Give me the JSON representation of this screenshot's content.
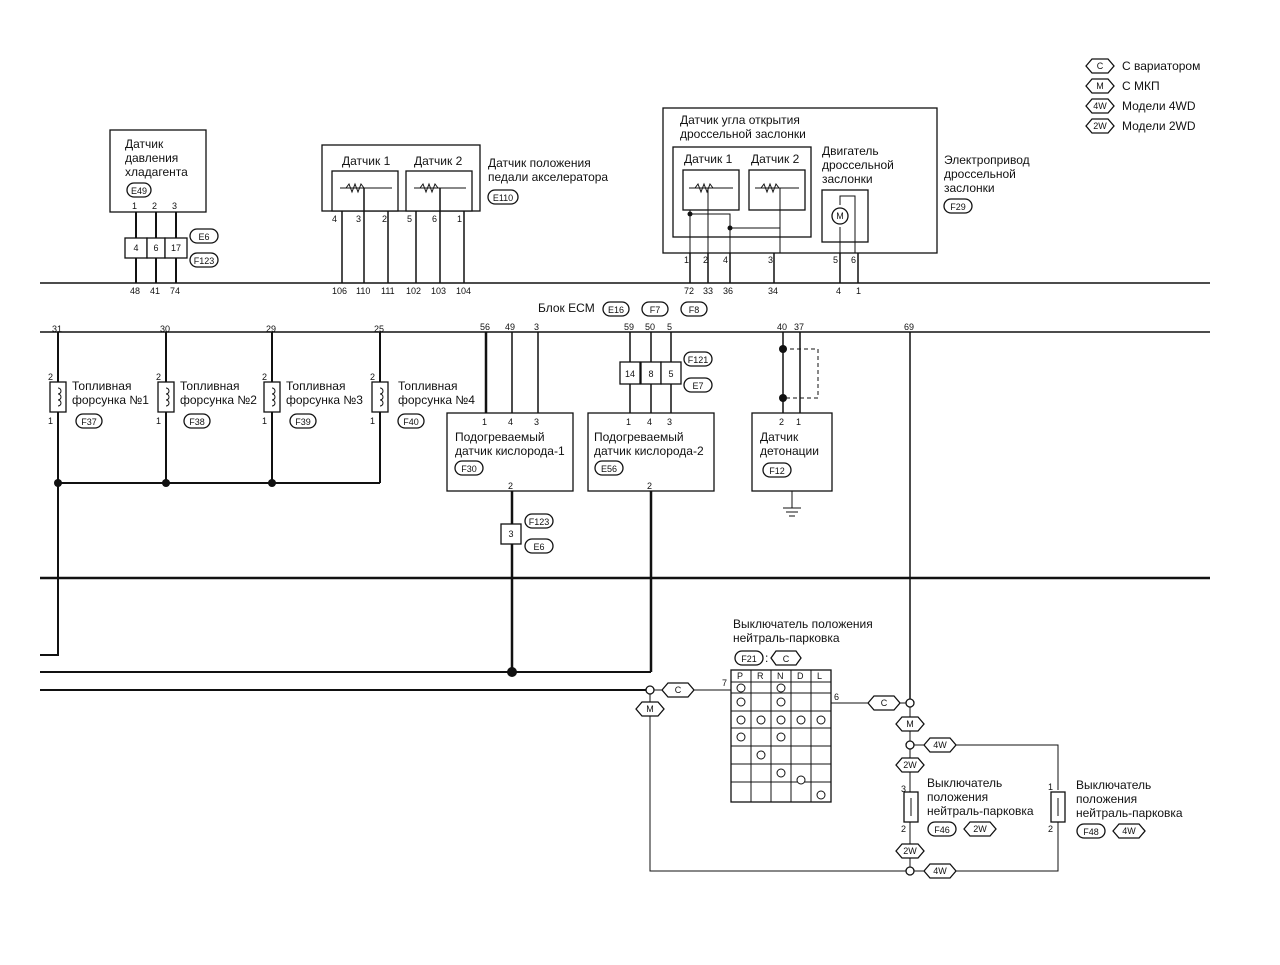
{
  "legend": [
    {
      "symbol": "C",
      "text": "С вариатором"
    },
    {
      "symbol": "M",
      "text": "С МКП"
    },
    {
      "symbol": "4W",
      "text": "Модели 4WD"
    },
    {
      "symbol": "2W",
      "text": "Модели 2WD"
    }
  ],
  "ecm": {
    "label": "Блок ECM",
    "connectors": [
      "E16",
      "F7",
      "F8"
    ]
  },
  "refrigerant_sensor": {
    "lines": [
      "Датчик",
      "давления",
      "хладагента"
    ],
    "connector": "E49",
    "pins": [
      "1",
      "2",
      "3"
    ],
    "joint_pins": [
      "4",
      "6",
      "17"
    ],
    "joint_connectors": [
      "E6",
      "F123"
    ],
    "ecm_pins": [
      "48",
      "41",
      "74"
    ]
  },
  "accel_pedal": {
    "sensor1": "Датчик 1",
    "sensor2": "Датчик 2",
    "lines": [
      "Датчик положения",
      "педали акселератора"
    ],
    "connector": "E110",
    "pins": [
      "4",
      "3",
      "2",
      "5",
      "6",
      "1"
    ],
    "ecm_pins": [
      "106",
      "110",
      "111",
      "102",
      "103",
      "104"
    ]
  },
  "throttle": {
    "title_lines": [
      "Датчик угла открытия",
      "дроссельной заслонки"
    ],
    "sensor1": "Датчик 1",
    "sensor2": "Датчик 2",
    "motor_lines": [
      "Двигатель",
      "дроссельной",
      "заслонки"
    ],
    "actuator_lines": [
      "Электропривод",
      "дроссельной",
      "заслонки"
    ],
    "connector": "F29",
    "pins": [
      "1",
      "2",
      "4",
      "3",
      "5",
      "6"
    ],
    "ecm_pins": [
      "72",
      "33",
      "36",
      "34",
      "4",
      "1"
    ]
  },
  "injectors": [
    {
      "lines": [
        "Топливная",
        "форсунка №1"
      ],
      "connector": "F37",
      "ecm_pin": "31"
    },
    {
      "lines": [
        "Топливная",
        "форсунка №2"
      ],
      "connector": "F38",
      "ecm_pin": "30"
    },
    {
      "lines": [
        "Топливная",
        "форсунка №3"
      ],
      "connector": "F39",
      "ecm_pin": "29"
    },
    {
      "lines": [
        "Топливная",
        "форсунка №4"
      ],
      "connector": "F40",
      "ecm_pin": "25"
    }
  ],
  "injector_pins": [
    "2",
    "1"
  ],
  "o2_1": {
    "lines": [
      "Подогреваемый",
      "датчик кислорода-1"
    ],
    "connector": "F30",
    "ecm_pins": [
      "56",
      "49",
      "3"
    ],
    "pins": [
      "1",
      "4",
      "3"
    ],
    "ground_pin": "2",
    "joint_pin": "3",
    "joint_connectors": [
      "F123",
      "E6"
    ]
  },
  "o2_2": {
    "lines": [
      "Подогреваемый",
      "датчик кислорода-2"
    ],
    "connector": "E56",
    "ecm_pins": [
      "59",
      "50",
      "5"
    ],
    "pins": [
      "1",
      "4",
      "3"
    ],
    "ground_pin": "2",
    "joint_pins": [
      "14",
      "8",
      "5"
    ],
    "joint_connectors": [
      "F121",
      "E7"
    ]
  },
  "knock": {
    "lines": [
      "Датчик",
      "детонации"
    ],
    "connector": "F12",
    "ecm_pins": [
      "40",
      "37"
    ],
    "pins": [
      "2",
      "1"
    ]
  },
  "ecm_pin_69": "69",
  "pnp_switch_cvt": {
    "lines": [
      "Выключатель положения",
      "нейтраль-парковка"
    ],
    "connector": "F21",
    "cond": "C",
    "cols": [
      "P",
      "R",
      "N",
      "D",
      "L"
    ],
    "pin_in": "7",
    "pin_out": "6"
  },
  "pnp_2wd": {
    "lines": [
      "Выключатель",
      "положения",
      "нейтраль-парковка"
    ],
    "connector": "F46",
    "cond": "2W",
    "pins": [
      "3",
      "2"
    ]
  },
  "pnp_4wd": {
    "lines": [
      "Выключатель",
      "положения",
      "нейтраль-парковка"
    ],
    "connector": "F48",
    "cond": "4W",
    "pins": [
      "1",
      "2"
    ]
  },
  "tags": {
    "c": "C",
    "m": "M",
    "w4": "4W",
    "w2": "2W"
  }
}
